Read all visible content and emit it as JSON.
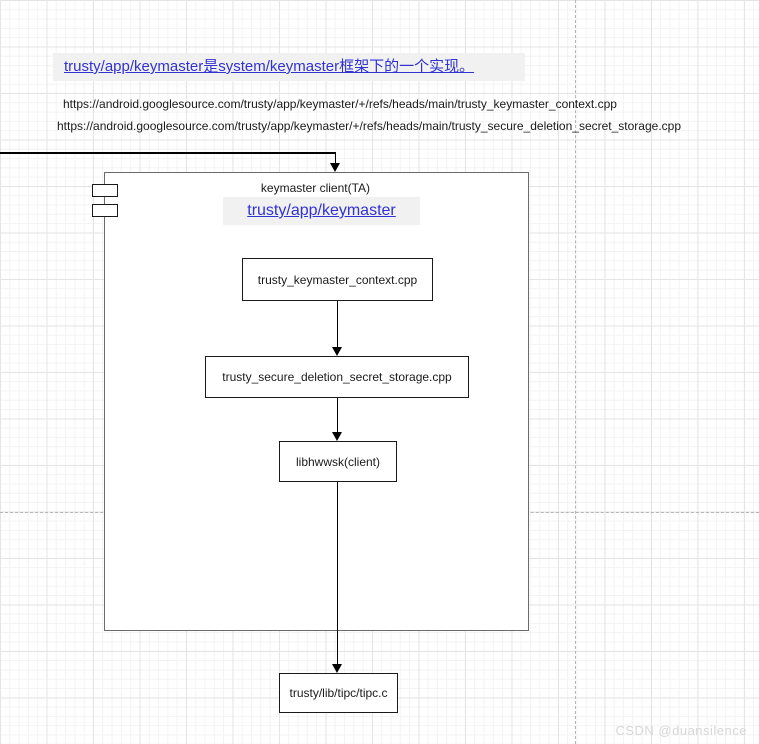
{
  "note": {
    "text": "trusty/app/keymaster是system/keymaster框架下的一个实现。"
  },
  "references": {
    "url_context": "https://android.googlesource.com/trusty/app/keymaster/+/refs/heads/main/trusty_keymaster_context.cpp",
    "url_storage": "https://android.googlesource.com/trusty/app/keymaster/+/refs/heads/main/trusty_secure_deletion_secret_storage.cpp"
  },
  "component": {
    "title": "keymaster client(TA)",
    "link_label": "trusty/app/keymaster"
  },
  "nodes": {
    "context": "trusty_keymaster_context.cpp",
    "storage": "trusty_secure_deletion_secret_storage.cpp",
    "libhwwsk": "libhwwsk(client)",
    "tipc": "trusty/lib/tipc/tipc.c"
  },
  "watermark": "CSDN @duansilence",
  "colors": {
    "link_blue": "#3232d2",
    "highlight_bg": "#f1f1f1",
    "node_border": "#1a1a1a",
    "component_border": "#6b6b6b",
    "arrow_color": "#000000",
    "watermark_gray": "#d7d7d7"
  }
}
